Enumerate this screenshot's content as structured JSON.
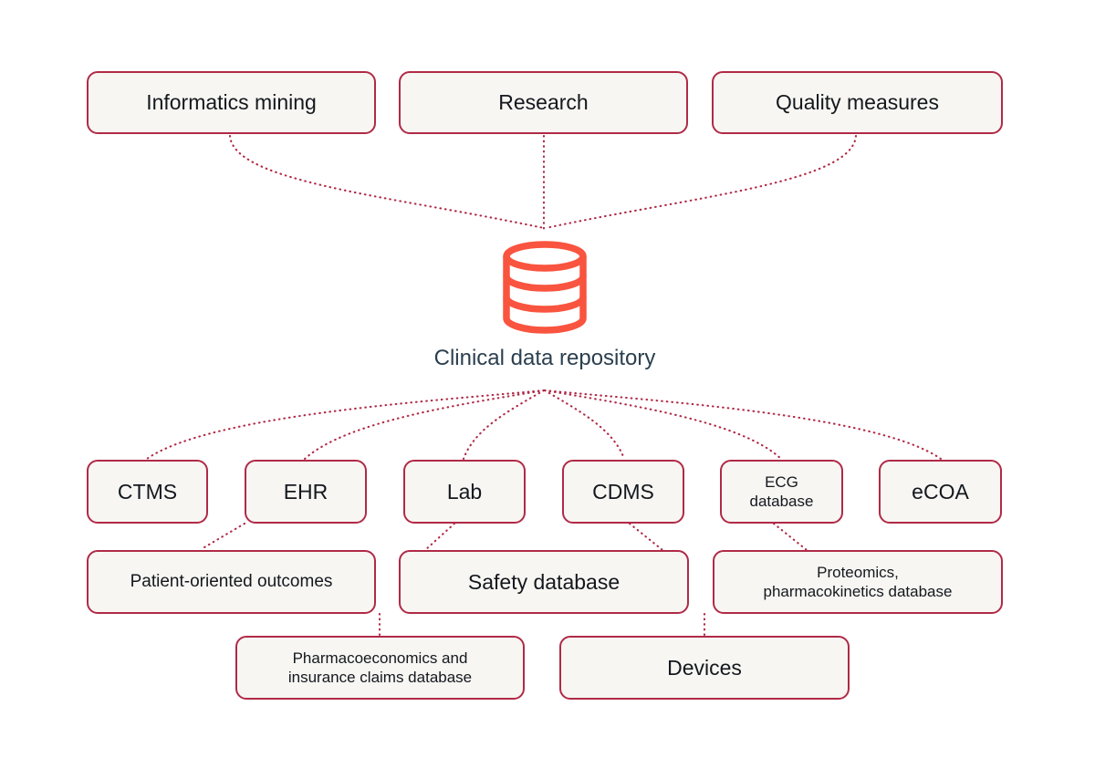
{
  "diagram": {
    "title": "Clinical data repository",
    "background_color": "#ffffff",
    "node_fill": "#f7f6f3",
    "node_border": "#b02a46",
    "connector_color": "#b02a46",
    "hub_icon_color": "#f9543f",
    "hub_label_color": "#2b3f4e",
    "hub": {
      "icon": "database-icon",
      "label": "Clinical data repository"
    },
    "consumers": [
      {
        "id": "informatics-mining",
        "label": "Informatics mining"
      },
      {
        "id": "research",
        "label": "Research"
      },
      {
        "id": "quality-measures",
        "label": "Quality measures"
      }
    ],
    "sources": [
      {
        "id": "ctms",
        "label": "CTMS"
      },
      {
        "id": "ehr",
        "label": "EHR"
      },
      {
        "id": "lab",
        "label": "Lab"
      },
      {
        "id": "cdms",
        "label": "CDMS"
      },
      {
        "id": "ecg-database",
        "label": "ECG\ndatabase"
      },
      {
        "id": "ecoa",
        "label": "eCOA"
      }
    ],
    "secondary_sources": [
      {
        "id": "patient-oriented-outcomes",
        "label": "Patient-oriented outcomes"
      },
      {
        "id": "safety-database",
        "label": "Safety database"
      },
      {
        "id": "proteomics-pharmacokinetics-database",
        "label": "Proteomics,\npharmacokinetics database"
      },
      {
        "id": "pharmacoeconomics-insurance-claims-database",
        "label": "Pharmacoeconomics and\ninsurance claims database"
      },
      {
        "id": "devices",
        "label": "Devices"
      }
    ]
  }
}
